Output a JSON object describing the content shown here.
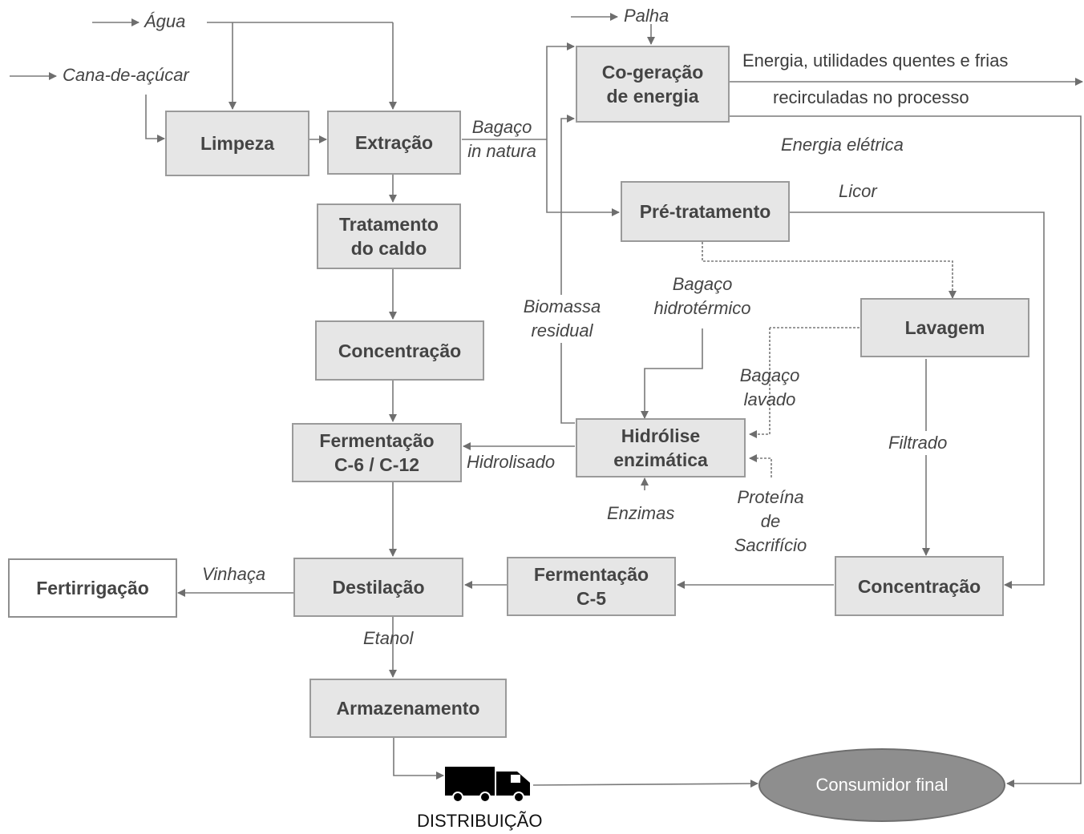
{
  "inputs": {
    "agua": "Água",
    "cana": "Cana-de-açúcar",
    "palha": "Palha"
  },
  "boxes": {
    "limpeza": "Limpeza",
    "extracao": "Extração",
    "tratamento": "Tratamento\ndo caldo",
    "concentracao1": "Concentração",
    "fermentacao_c6": "Fermentação\nC-6 / C-12",
    "destilacao": "Destilação",
    "fertirrigacao": "Fertirrigação",
    "armazenamento": "Armazenamento",
    "cogeracao": "Co-geração\nde energia",
    "pretratamento": "Pré-tratamento",
    "lavagem": "Lavagem",
    "hidrolise": "Hidrólise\nenzimática",
    "fermentacao_c5": "Fermentação\nC-5",
    "concentracao2": "Concentração"
  },
  "labels": {
    "bagaco_natura": "Bagaço\nin natura",
    "energia_util_1": "Energia, utilidades quentes e frias",
    "energia_util_2": "recirculadas no processo",
    "energia_eletrica": "Energia elétrica",
    "licor": "Licor",
    "bagaco_hidro": "Bagaço\nhidrotérmico",
    "biomassa": "Biomassa\nresidual",
    "bagaco_lavado": "Bagaço\nlavado",
    "filtrado": "Filtrado",
    "hidrolisado": "Hidrolisado",
    "enzimas": "Enzimas",
    "proteina": "Proteína\nde\nSacrifício",
    "vinhaca": "Vinhaça",
    "etanol": "Etanol"
  },
  "distribution": {
    "label": "DISTRIBUIÇÃO",
    "icon": "truck-icon"
  },
  "consumer": "Consumidor final",
  "colors": {
    "box_fill": "#e6e6e6",
    "box_border": "#9a9a9a",
    "line": "#7a7a7a",
    "consumer_fill": "#8e8e8e"
  }
}
